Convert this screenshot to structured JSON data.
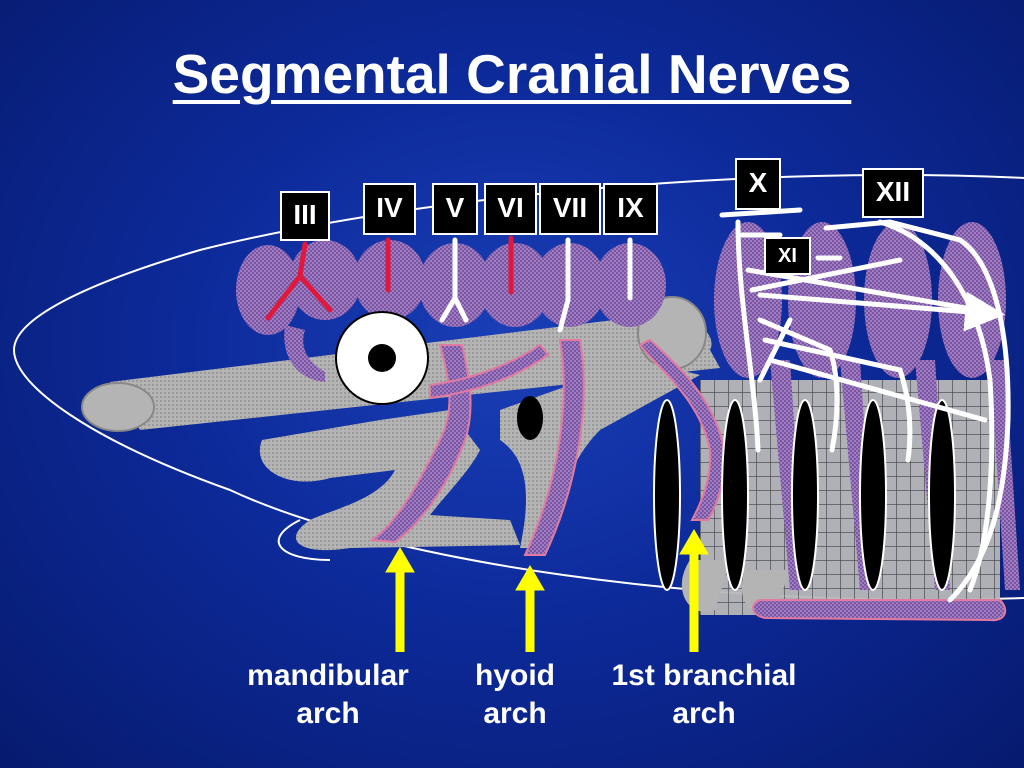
{
  "title": "Segmental Cranial Nerves",
  "colors": {
    "background": "#0d2a9a",
    "segment": "#9a6fb8",
    "segment_outline": "#e07aa0",
    "cartilage": "#a8a8a8",
    "motor_nerve": "#e0183c",
    "nerve": "#ffffff",
    "arrow": "#ffff00",
    "gill_slit": "#000000"
  },
  "nerves": [
    {
      "id": "III",
      "label": "III"
    },
    {
      "id": "IV",
      "label": "IV"
    },
    {
      "id": "V",
      "label": "V"
    },
    {
      "id": "VI",
      "label": "VI"
    },
    {
      "id": "VII",
      "label": "VII"
    },
    {
      "id": "IX",
      "label": "IX"
    },
    {
      "id": "X",
      "label": "X"
    },
    {
      "id": "XI",
      "label": "XI"
    },
    {
      "id": "XII",
      "label": "XII"
    }
  ],
  "arches": [
    {
      "id": "mandibular",
      "line1": "mandibular",
      "line2": "arch"
    },
    {
      "id": "hyoid",
      "line1": "hyoid",
      "line2": "arch"
    },
    {
      "id": "branchial-1",
      "line1": "1st branchial",
      "line2": "arch"
    }
  ]
}
